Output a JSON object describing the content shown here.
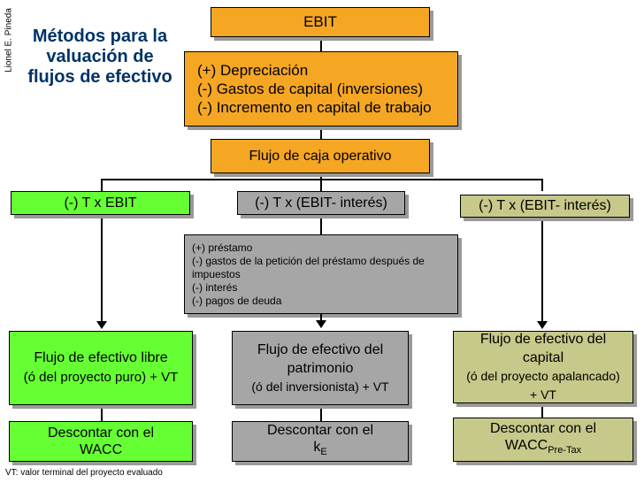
{
  "author": "Lionel E. Pineda",
  "title": "Métodos para la valuación de flujos de efectivo",
  "nodes": {
    "ebit": "EBIT",
    "adjustments": [
      "(+) Depreciación",
      "(-) Gastos de capital (inversiones)",
      "(-) Incremento en capital de trabajo"
    ],
    "operating_cash_flow": "Flujo de caja operativo",
    "tax_left": "(-) T x EBIT",
    "tax_middle": "(-) T x (EBIT- interés)",
    "tax_right": "(-) T x (EBIT- interés)",
    "debt_items": [
      "(+) préstamo",
      "(-) gastos de la petición del préstamo después de impuestos",
      "(-) interés",
      "(-) pagos de deuda"
    ],
    "fcf_free_main": "Flujo de efectivo libre",
    "fcf_free_sub": "(ó del proyecto puro) + VT",
    "fcf_equity_main": "Flujo de efectivo del patrimonio",
    "fcf_equity_sub": "(ó del inversionista) + VT",
    "fcf_capital_main": "Flujo de efectivo del capital",
    "fcf_capital_sub": "(ó del proyecto apalancado) + VT",
    "discount_left": "Descontar con el WACC",
    "discount_middle_text": "Descontar con el",
    "discount_middle_symbol": "k",
    "discount_middle_sub": "E",
    "discount_right_text": "Descontar con el",
    "discount_right_symbol": "WACC",
    "discount_right_sub": "Pre-Tax"
  },
  "footnote": "VT: valor terminal del proyecto evaluado",
  "colors": {
    "orange": "#f5a623",
    "green": "#66ff33",
    "gray": "#a6a6a6",
    "khaki": "#c7c98a",
    "title": "#003366"
  }
}
